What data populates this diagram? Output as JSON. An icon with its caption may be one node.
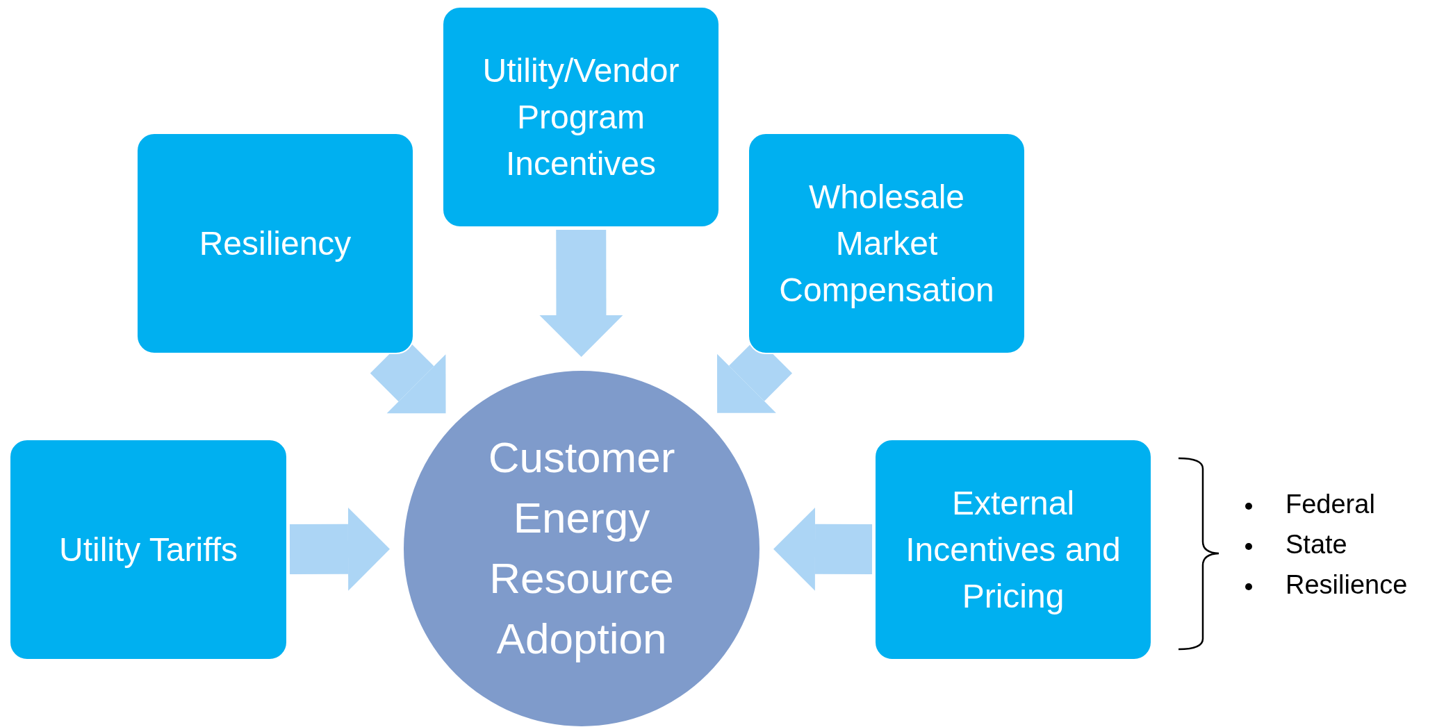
{
  "diagram": {
    "nodes": [
      {
        "text": [
          "Utility/Vendor Program Incentives"
        ]
      },
      {
        "text": [
          "Resiliency"
        ]
      },
      {
        "text": [
          "Wholesale Market Compensation"
        ]
      },
      {
        "text": [
          "Utility Tariffs"
        ]
      },
      {
        "text": [
          "Customer Energy Resource Adoption"
        ]
      },
      {
        "text": [
          "External Incentives and Pricing"
        ]
      }
    ],
    "edges": [
      {
        "from": 0,
        "to": 4,
        "arrow": "to"
      },
      {
        "from": 1,
        "to": 4,
        "arrow": "to"
      },
      {
        "from": 2,
        "to": 4,
        "arrow": "to"
      },
      {
        "from": 3,
        "to": 4,
        "arrow": "to"
      },
      {
        "from": 5,
        "to": 4,
        "arrow": "to"
      }
    ],
    "labels": [
      "Federal",
      "State",
      "Resilience"
    ]
  }
}
